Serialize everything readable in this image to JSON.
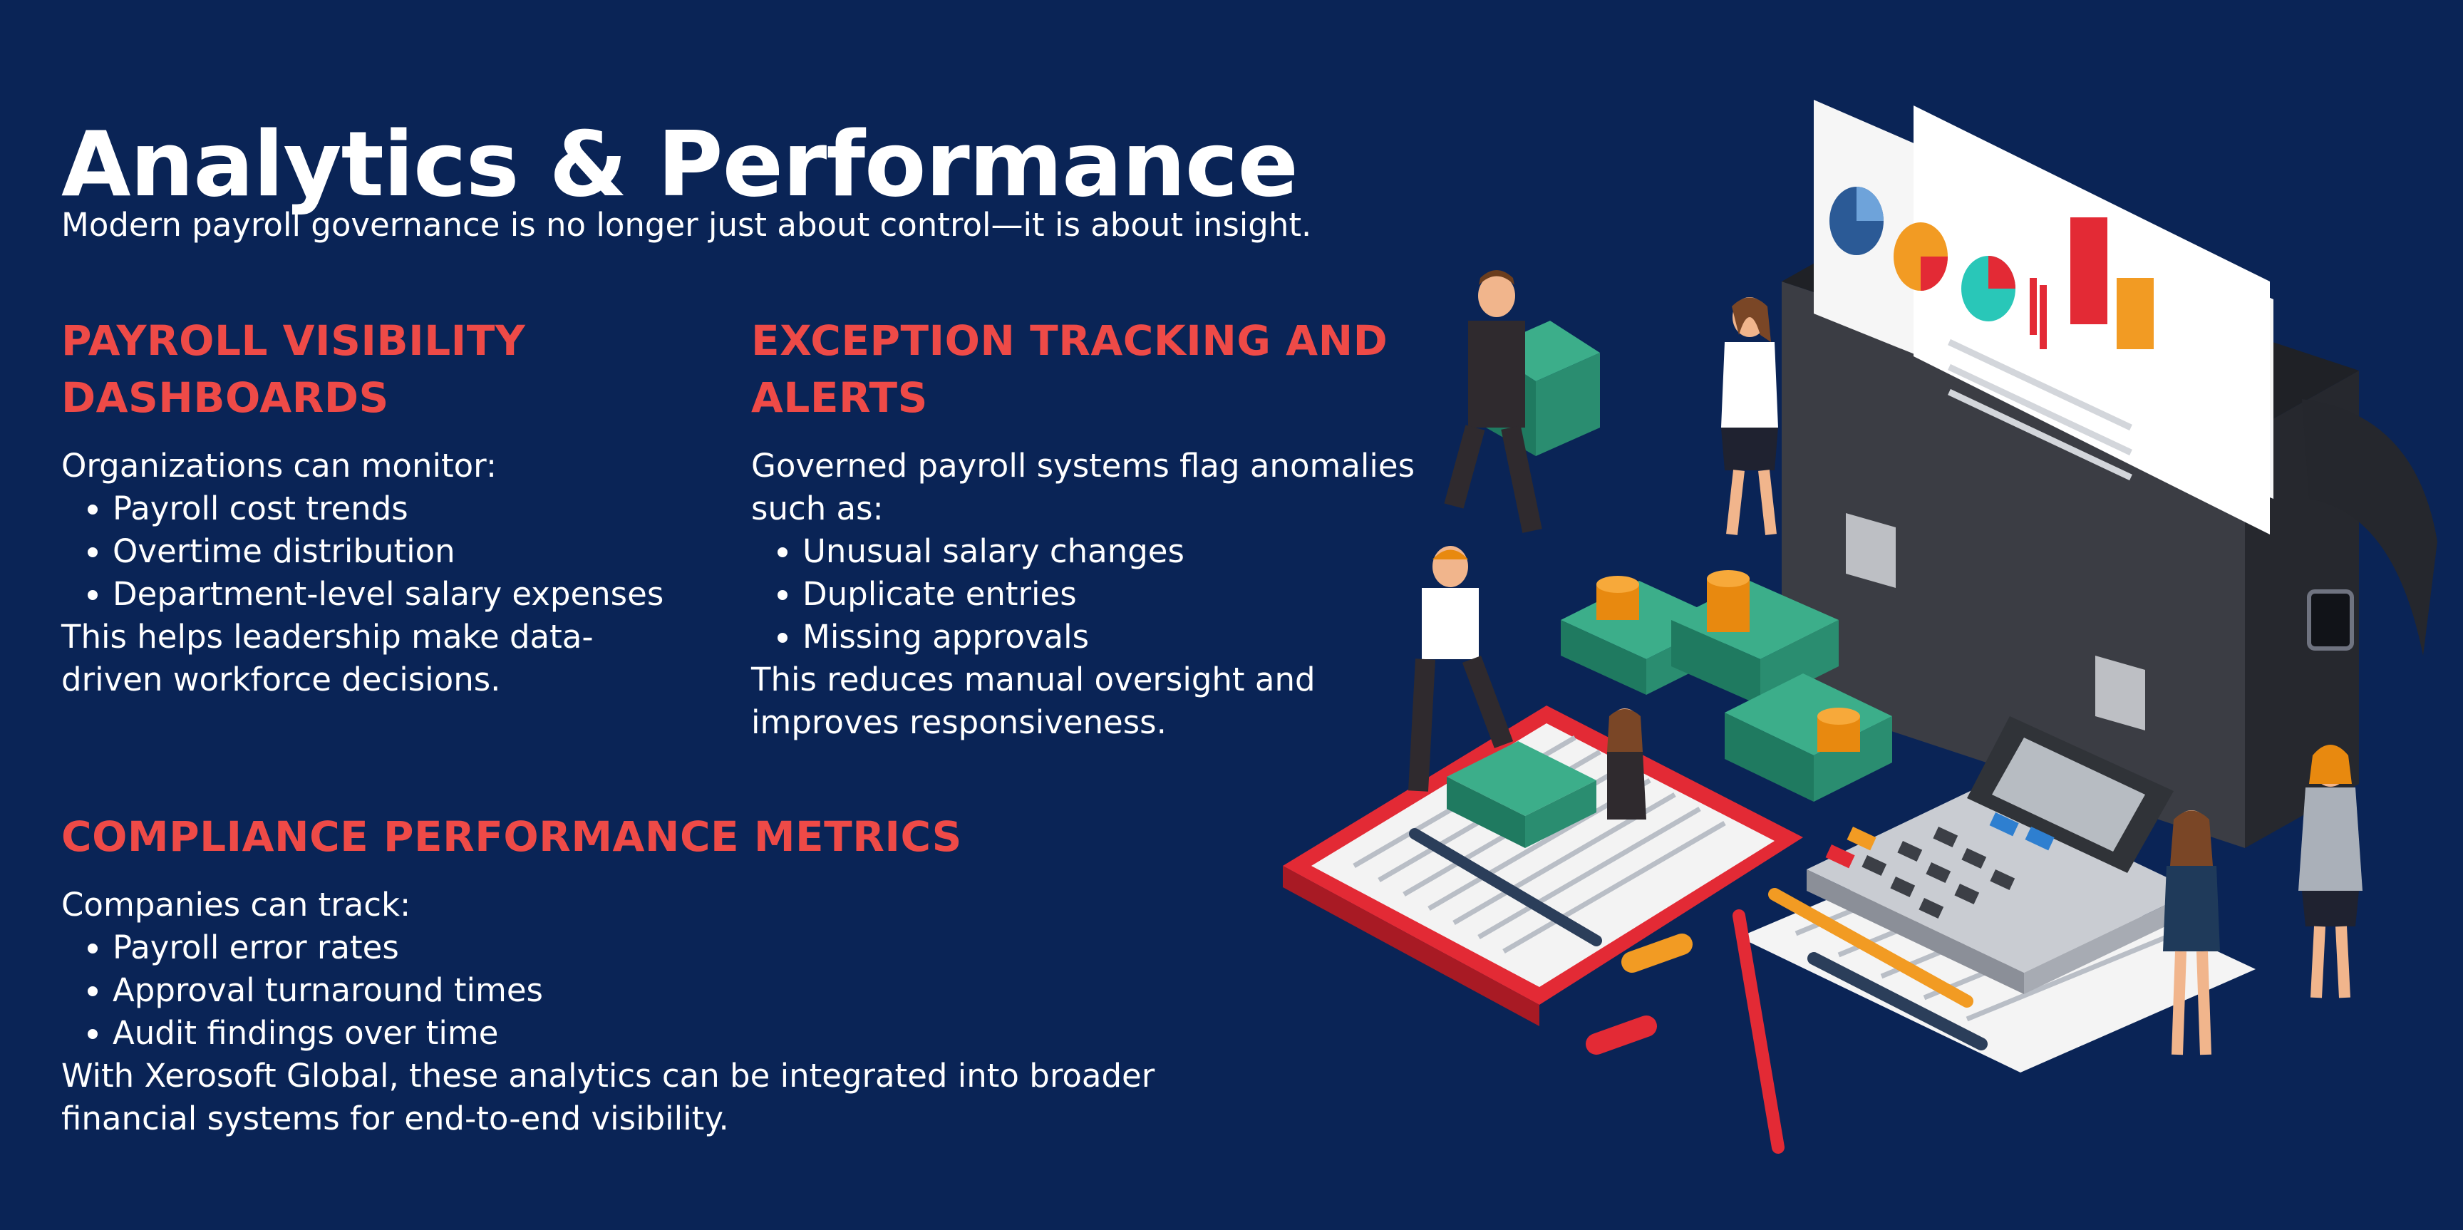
{
  "colors": {
    "background": "#0a2456",
    "heading_accent": "#ee4a47",
    "text": "#ffffff"
  },
  "title": "Analytics & Performance",
  "intro": "Modern payroll governance is no longer just about control—it is about insight.",
  "sections": [
    {
      "heading_line1": "PAYROLL VISIBILITY",
      "heading_line2": "DASHBOARDS",
      "lead": "Organizations can monitor:",
      "bullets": [
        "Payroll cost trends",
        "Overtime distribution",
        "Department-level salary expenses"
      ],
      "outro_line1": "This helps leadership make data-",
      "outro_line2": "driven workforce decisions."
    },
    {
      "heading_line1": "EXCEPTION TRACKING AND",
      "heading_line2": "ALERTS",
      "lead_line1": "Governed payroll systems flag anomalies",
      "lead_line2": "such as:",
      "bullets": [
        "Unusual salary changes",
        "Duplicate entries",
        "Missing approvals"
      ],
      "outro_line1": "This reduces manual oversight and",
      "outro_line2": "improves responsiveness."
    },
    {
      "heading": "COMPLIANCE PERFORMANCE METRICS",
      "lead": "Companies can track:",
      "bullets": [
        "Payroll error rates",
        "Approval turnaround times",
        "Audit findings over time"
      ],
      "outro_line1": "With Xerosoft Global, these analytics can be integrated into broader",
      "outro_line2": "financial systems for end-to-end visibility."
    }
  ],
  "illustration": {
    "icon": "payroll-illustration",
    "elements": [
      "briefcase",
      "report-documents",
      "calculator",
      "clipboard",
      "money-stacks",
      "coin-stacks",
      "pencils",
      "business-people"
    ]
  }
}
